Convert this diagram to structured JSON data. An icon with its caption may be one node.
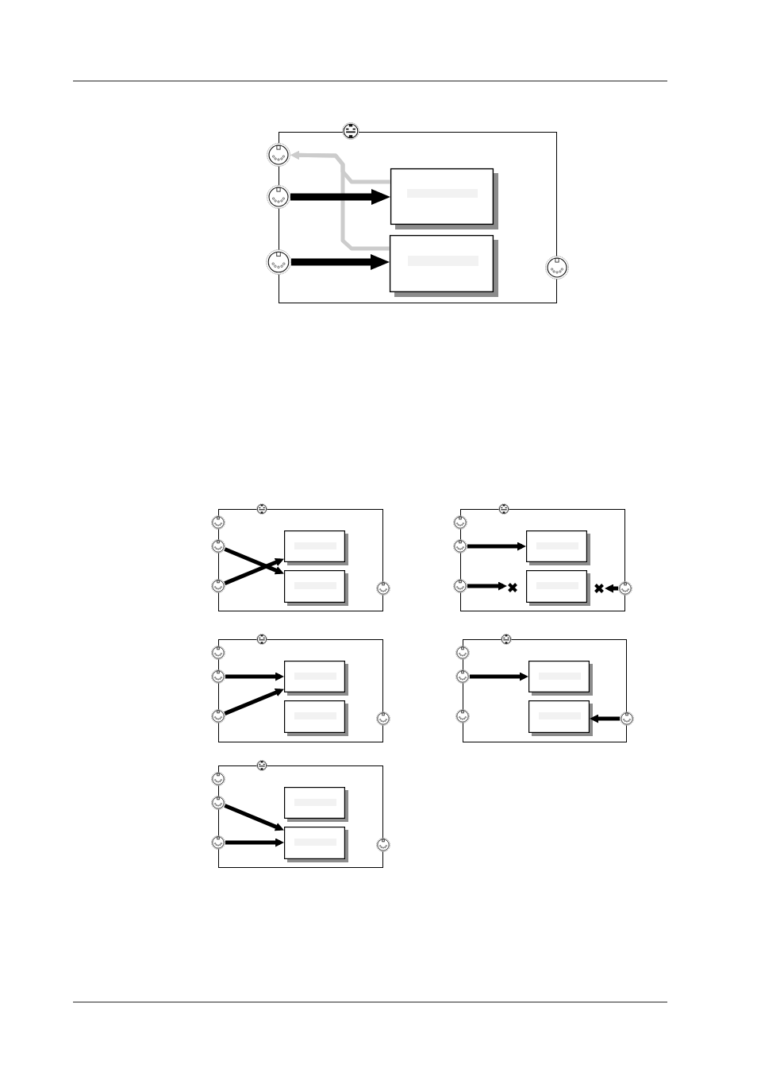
{
  "diagram": {
    "nodes": [
      {
        "text": [],
        "shape": "box"
      },
      {
        "text": [],
        "shape": "circle"
      },
      {
        "text": [],
        "shape": "circle"
      },
      {
        "text": [],
        "shape": "circle"
      },
      {
        "text": [],
        "shape": "circle"
      },
      {
        "text": [],
        "shape": "box",
        "in": 0
      },
      {
        "text": [],
        "shape": "bar",
        "in": 5
      },
      {
        "text": [],
        "shape": "box",
        "in": 0
      },
      {
        "text": [],
        "shape": "bar",
        "in": 7
      },
      {
        "text": [],
        "shape": "circle"
      },
      {
        "text": [],
        "shape": "box"
      },
      {
        "text": [],
        "shape": "circle"
      },
      {
        "text": [],
        "shape": "circle"
      },
      {
        "text": [],
        "shape": "circle"
      },
      {
        "text": [],
        "shape": "circle"
      },
      {
        "text": [],
        "shape": "box",
        "in": 10
      },
      {
        "text": [],
        "shape": "bar",
        "in": 15
      },
      {
        "text": [],
        "shape": "box",
        "in": 10
      },
      {
        "text": [],
        "shape": "bar",
        "in": 17
      },
      {
        "text": [],
        "shape": "circle"
      },
      {
        "text": [],
        "shape": "box"
      },
      {
        "text": [],
        "shape": "circle"
      },
      {
        "text": [],
        "shape": "circle"
      },
      {
        "text": [],
        "shape": "circle"
      },
      {
        "text": [],
        "shape": "circle"
      },
      {
        "text": [],
        "shape": "box",
        "in": 20
      },
      {
        "text": [],
        "shape": "bar",
        "in": 25
      },
      {
        "text": [],
        "shape": "box",
        "in": 20
      },
      {
        "text": [],
        "shape": "bar",
        "in": 27
      },
      {
        "text": [],
        "shape": "circle"
      },
      {
        "text": [],
        "shape": "cross",
        "in": 20
      },
      {
        "text": [],
        "shape": "cross",
        "in": 20
      },
      {
        "text": [],
        "shape": "box"
      },
      {
        "text": [],
        "shape": "circle"
      },
      {
        "text": [],
        "shape": "circle"
      },
      {
        "text": [],
        "shape": "circle"
      },
      {
        "text": [],
        "shape": "circle"
      },
      {
        "text": [],
        "shape": "box",
        "in": 32
      },
      {
        "text": [],
        "shape": "bar",
        "in": 37
      },
      {
        "text": [],
        "shape": "box",
        "in": 32
      },
      {
        "text": [],
        "shape": "bar",
        "in": 39
      },
      {
        "text": [],
        "shape": "circle"
      },
      {
        "text": [],
        "shape": "box"
      },
      {
        "text": [],
        "shape": "circle"
      },
      {
        "text": [],
        "shape": "circle"
      },
      {
        "text": [],
        "shape": "circle"
      },
      {
        "text": [],
        "shape": "circle"
      },
      {
        "text": [],
        "shape": "box",
        "in": 42
      },
      {
        "text": [],
        "shape": "bar",
        "in": 47
      },
      {
        "text": [],
        "shape": "box",
        "in": 42
      },
      {
        "text": [],
        "shape": "bar",
        "in": 49
      },
      {
        "text": [],
        "shape": "circle"
      },
      {
        "text": [],
        "shape": "box"
      },
      {
        "text": [],
        "shape": "circle"
      },
      {
        "text": [],
        "shape": "circle"
      },
      {
        "text": [],
        "shape": "circle"
      },
      {
        "text": [],
        "shape": "circle"
      },
      {
        "text": [],
        "shape": "box",
        "in": 52
      },
      {
        "text": [],
        "shape": "bar",
        "in": 57
      },
      {
        "text": [],
        "shape": "box",
        "in": 52
      },
      {
        "text": [],
        "shape": "bar",
        "in": 59
      },
      {
        "text": [],
        "shape": "circle"
      }
    ],
    "edges": [
      {
        "from": 3,
        "to": 5,
        "arrow": "to",
        "style": "thick"
      },
      {
        "from": 4,
        "to": 7,
        "arrow": "to",
        "style": "thick"
      },
      {
        "from": 5,
        "to": 2,
        "arrow": "to",
        "color": "#cccccc"
      },
      {
        "from": 7,
        "to": 2,
        "arrow": "to",
        "color": "#cccccc"
      },
      {
        "from": 13,
        "to": 17,
        "arrow": "to"
      },
      {
        "from": 14,
        "to": 15,
        "arrow": "to"
      },
      {
        "from": 23,
        "to": 25,
        "arrow": "to"
      },
      {
        "from": 24,
        "to": 30,
        "arrow": "to"
      },
      {
        "from": 29,
        "to": 31,
        "arrow": "to"
      },
      {
        "from": 35,
        "to": 37,
        "arrow": "to"
      },
      {
        "from": 36,
        "to": 37,
        "arrow": "to"
      },
      {
        "from": 45,
        "to": 47,
        "arrow": "to"
      },
      {
        "from": 51,
        "to": 49,
        "arrow": "to"
      },
      {
        "from": 55,
        "to": 59,
        "arrow": "to"
      },
      {
        "from": 56,
        "to": 59,
        "arrow": "to"
      }
    ]
  }
}
